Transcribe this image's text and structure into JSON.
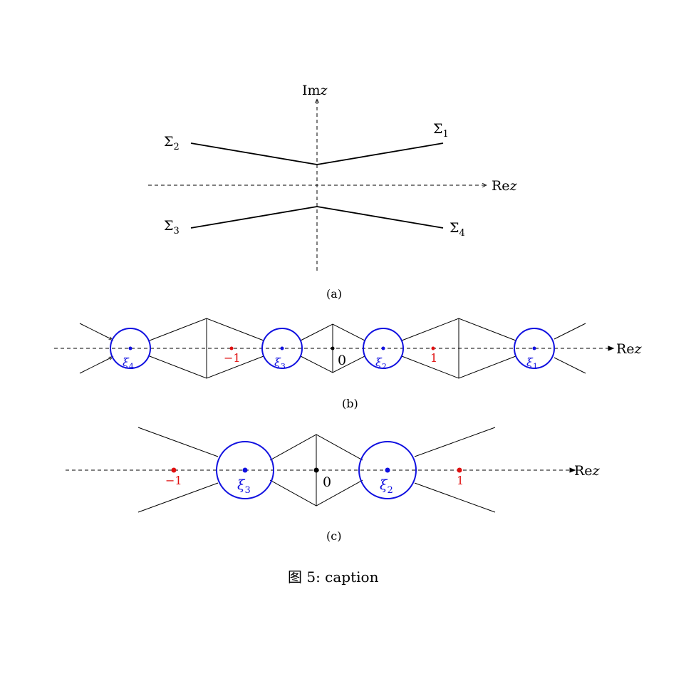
{
  "panel_a": {
    "im_label": "Imz",
    "re_label": "Rez",
    "sigma1": "Σ1",
    "sigma2": "Σ2",
    "sigma3": "Σ3",
    "sigma4": "Σ4",
    "sublabel": "(a)"
  },
  "panel_b": {
    "re_label": "Rez",
    "xi4": "ξ4",
    "xi3": "ξ3",
    "xi2": "ξ2",
    "xi1": "ξ1",
    "minus_one": "−1",
    "one": "1",
    "zero": "0",
    "sublabel": "(b)"
  },
  "panel_c": {
    "re_label": "Rez",
    "xi3": "ξ3",
    "xi2": "ξ2",
    "minus_one": "−1",
    "one": "1",
    "zero": "0",
    "sublabel": "(c)"
  },
  "caption": "图 5: caption",
  "colors": {
    "circle": "#1010e0",
    "point_red": "#e01010",
    "point_blue": "#1010e0",
    "line": "#000000"
  }
}
